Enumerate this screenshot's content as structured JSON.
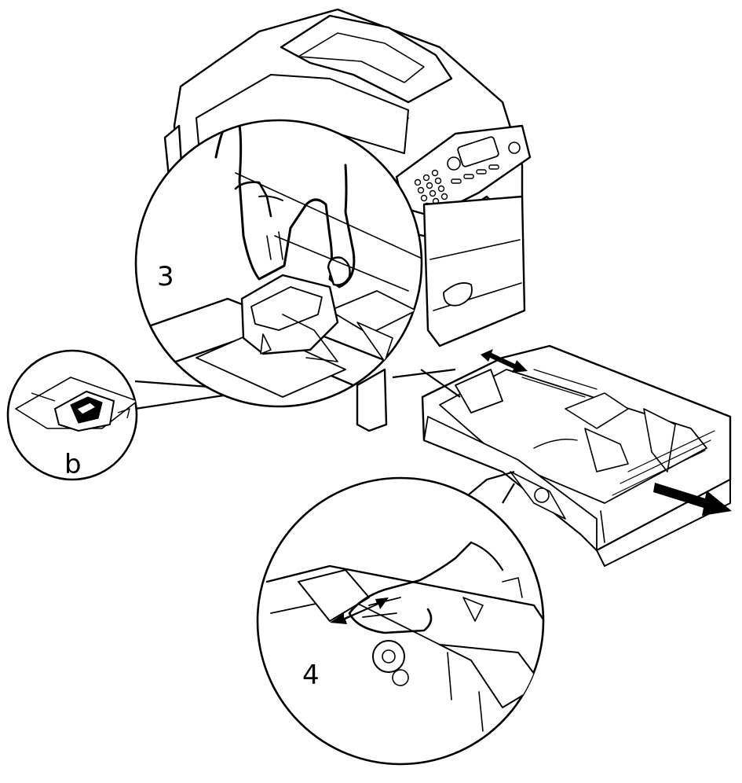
{
  "colors": {
    "line": "#000000",
    "fill": "#ffffff",
    "shade": "#e6e6e6"
  },
  "callouts": {
    "step3": "3",
    "detail_b": "b",
    "step4": "4"
  },
  "arrows": {
    "guide_slide": "double-arrow",
    "tray_pull": "pull-arrow"
  }
}
